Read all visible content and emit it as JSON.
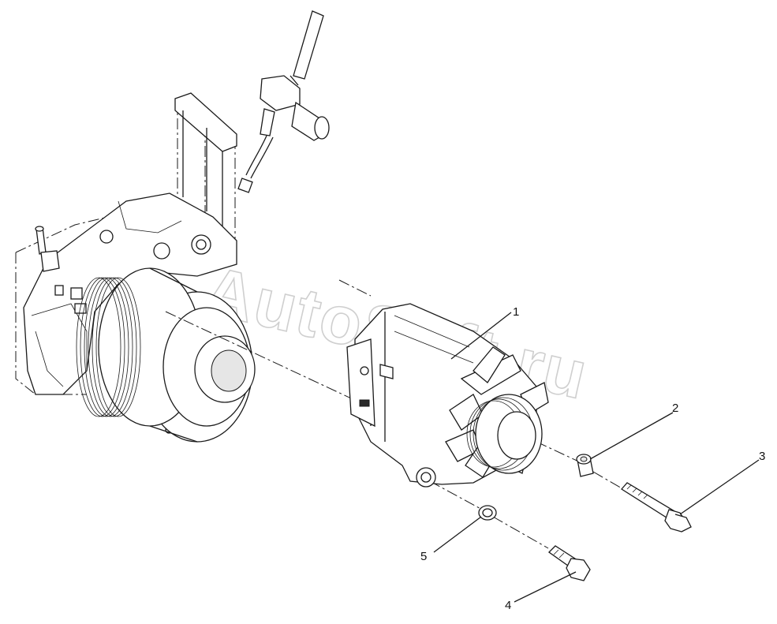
{
  "watermark": "AutoSoft.ru",
  "callouts": [
    {
      "id": "1",
      "label": "1"
    },
    {
      "id": "2",
      "label": "2"
    },
    {
      "id": "3",
      "label": "3"
    },
    {
      "id": "4",
      "label": "4"
    },
    {
      "id": "5",
      "label": "5"
    }
  ]
}
